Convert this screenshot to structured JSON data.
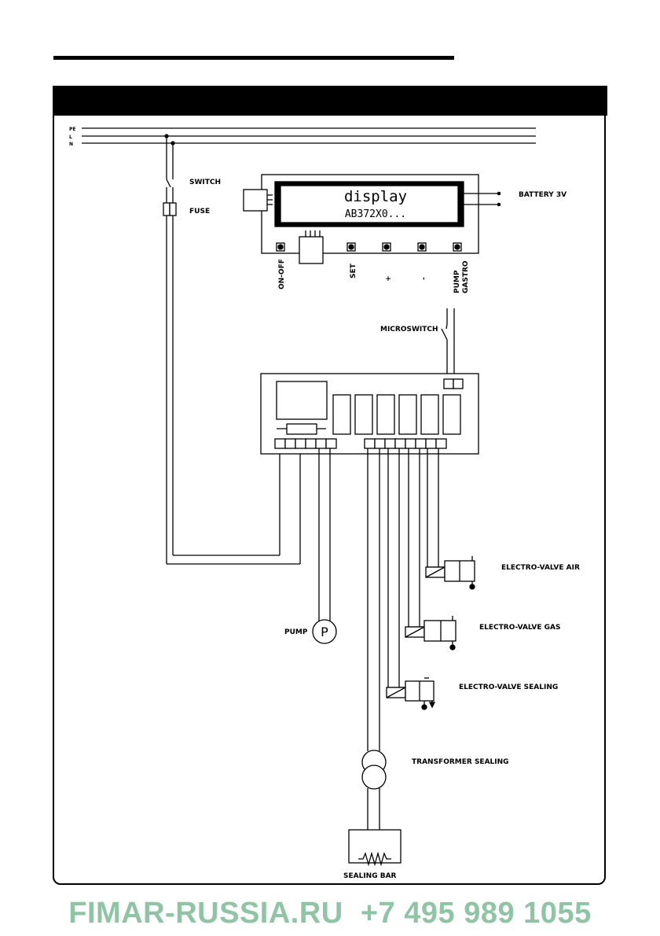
{
  "lines": {
    "pe": "PE",
    "l": "L",
    "n": "N"
  },
  "labels": {
    "switch": "SWITCH",
    "fuse": "FUSE",
    "battery": "BATTERY 3V",
    "display_line1": "display",
    "display_line2": "AB372X0...",
    "microswitch": "MICROSWITCH",
    "electro_valve_air": "ELECTRO-VALVE AIR",
    "electro_valve_gas": "ELECTRO-VALVE GAS",
    "electro_valve_sealing": "ELECTRO-VALVE SEALING",
    "pump": "PUMP",
    "pump_symbol": "P",
    "transformer_sealing": "TRANSFORMER SEALING",
    "sealing_bar": "SEALING BAR"
  },
  "buttons": {
    "on_off": "ON-OFF",
    "set": "SET",
    "plus": "+",
    "minus": "-",
    "pump": "PUMP",
    "gastro": "GASTRO"
  },
  "footer": {
    "site": "FIMAR-RUSSIA.RU",
    "phone": "+7 495 989 1055",
    "color": "#8fc4a4"
  }
}
